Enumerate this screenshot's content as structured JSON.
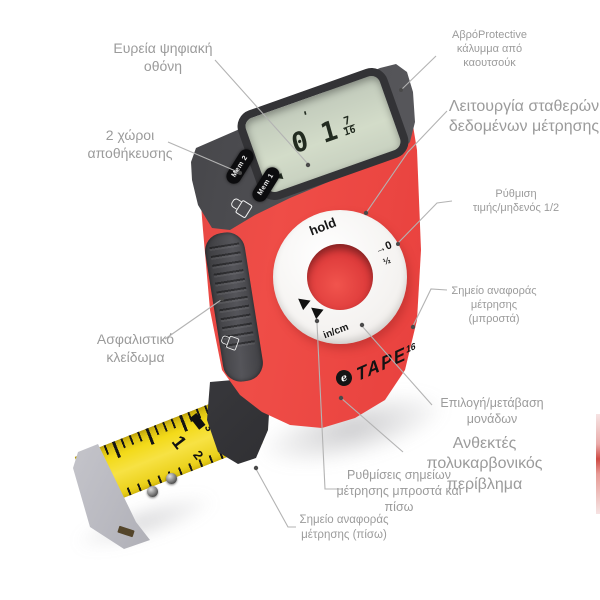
{
  "callouts": [
    {
      "id": "wide-display",
      "text": "Ευρεία ψηφιακή\nοθόνη"
    },
    {
      "id": "memory-slots",
      "text": "2 χώροι\nαποθήκευσης"
    },
    {
      "id": "rubber-cover",
      "text": "ΑβρόProtective\nκάλυμμα από\nκαουτσούκ"
    },
    {
      "id": "hold-function",
      "text": "Λειτουργία σταθερών\nδεδομένων μέτρησης"
    },
    {
      "id": "zero-set",
      "text": "Ρύθμιση\nτιμής/μηδενός 1/2"
    },
    {
      "id": "front-reference",
      "text": "Σημείο αναφοράς\nμέτρησης\n(μπροστά)"
    },
    {
      "id": "safety-lock",
      "text": "Ασφαλιστικό\nκλείδωμα"
    },
    {
      "id": "unit-select",
      "text": "Επιλογή/μετάβαση\nμονάδων"
    },
    {
      "id": "housing",
      "text": "Ανθεκτές πολυκαρβονικός\nπερίβλημα"
    },
    {
      "id": "measure-points",
      "text": "Ρυθμίσεις σημείων\nμέτρησης μπροστά και\nπίσω"
    },
    {
      "id": "back-reference",
      "text": "Σημείο αναφοράς\nμέτρησης (πίσω)"
    }
  ],
  "device": {
    "lcd": {
      "feet": "0",
      "feet_mark": "'",
      "inches": "1",
      "fraction_numerator": "7",
      "fraction_denominator": "16",
      "cursor": "◄"
    },
    "buttons": {
      "mem1": "Mem 1",
      "mem2": "Mem 2",
      "hold": "hold",
      "units": "in/cm",
      "zero_arrow": "→0",
      "zero_half": "½"
    },
    "logo": {
      "e": "e",
      "name": "TAPE",
      "model": "16"
    },
    "tape_numbers": [
      "1",
      "2",
      "3"
    ]
  },
  "colors": {
    "body_red": "#e8413e",
    "cap_gray": "#47474a",
    "lcd_green": "#ccd5c4",
    "tape_yellow": "#f0d414",
    "label_gray": "#9b9b9b",
    "leader_gray": "#b3b3b3"
  }
}
